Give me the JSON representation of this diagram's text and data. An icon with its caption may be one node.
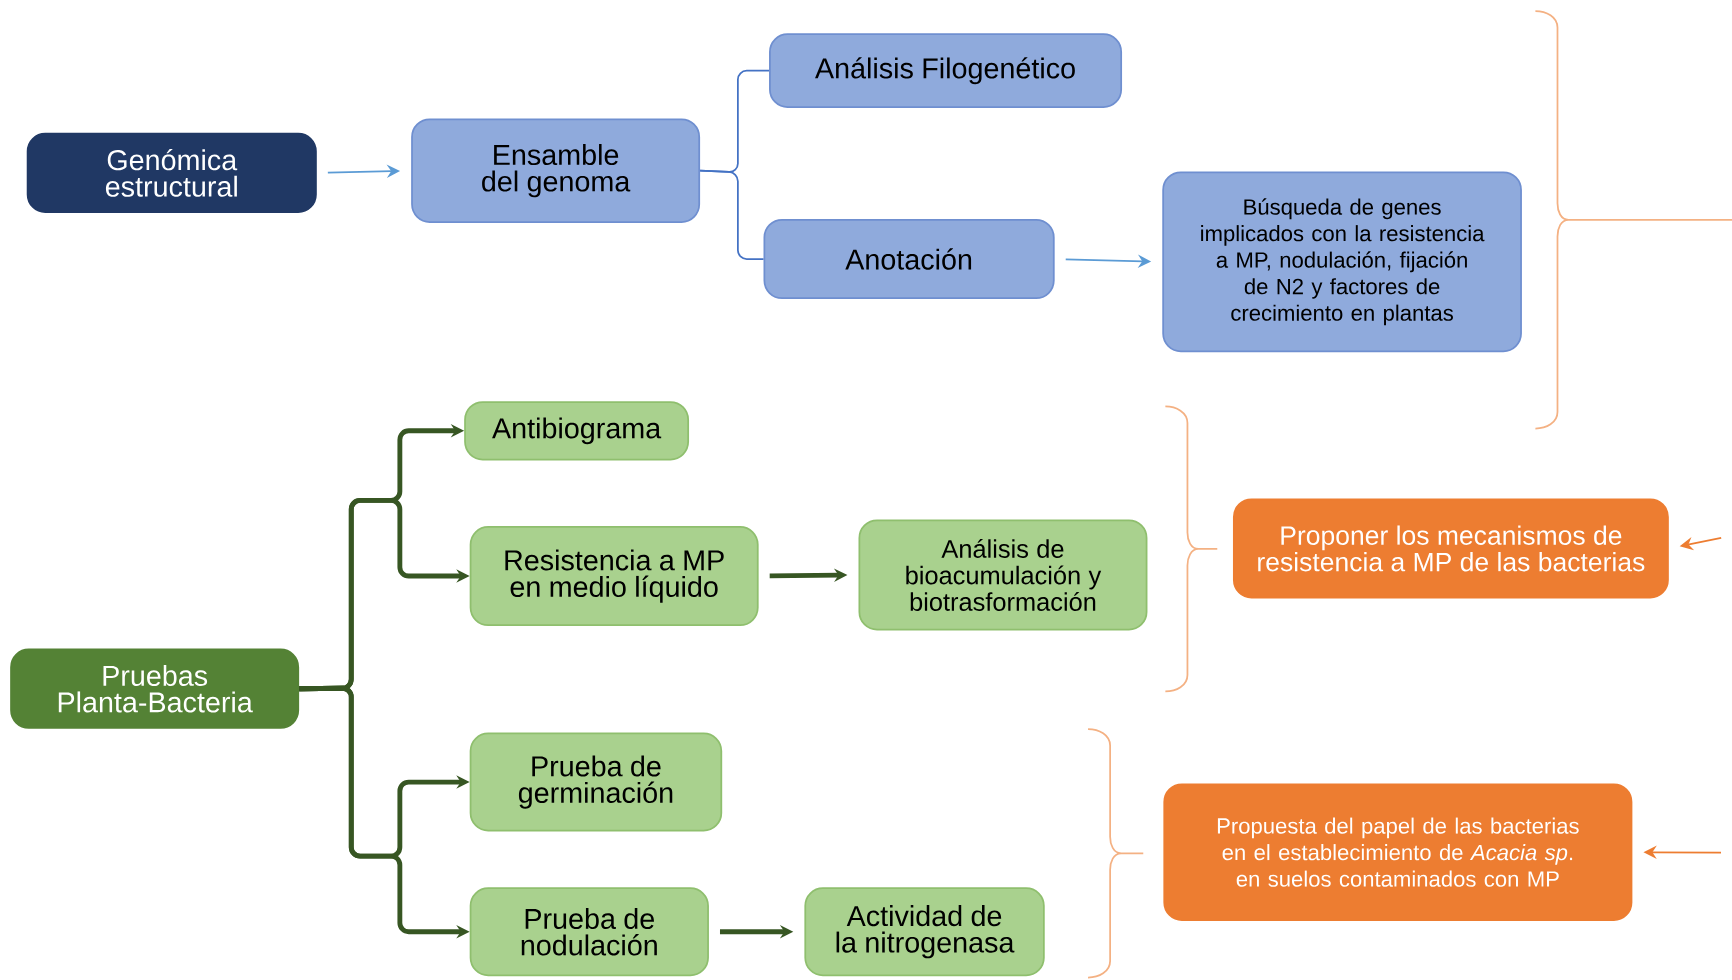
{
  "diagram": {
    "nodes": [
      {
        "text": [
          "Genómica estructural"
        ]
      },
      {
        "text": [
          "Ensamble del genoma"
        ]
      },
      {
        "text": [
          "Análisis Filogenético"
        ]
      },
      {
        "text": [
          "Anotación"
        ]
      },
      {
        "text": [
          "Búsqueda de genes implicados con la resistencia a MP, nodulación, fijación de N2 y factores de crecimiento en plantas"
        ]
      },
      {
        "text": [
          "Antibiograma"
        ]
      },
      {
        "text": [
          "Resistencia a MP en medio líquido"
        ]
      },
      {
        "text": [
          "Análisis de bioacumulación y biotrasformación"
        ]
      },
      {
        "text": [
          "Pruebas Planta-Bacteria"
        ]
      },
      {
        "text": [
          "Proponer  los mecanismos de resistencia a MP de las bacterias"
        ]
      },
      {
        "text": [
          "Prueba de germinación"
        ]
      },
      {
        "text": [
          "Prueba de nodulación"
        ]
      },
      {
        "text": [
          "Actividad de la nitrogenasa"
        ]
      },
      {
        "text": [
          "Propuesta del papel de las bacterias en el establecimiento de *Acacia sp*. en suelos contaminados con MP"
        ]
      }
    ],
    "edges": [
      {
        "from": 0,
        "to": 1,
        "arrow": "to",
        "color": "#5b9bd5"
      },
      {
        "from": 1,
        "to": 2,
        "arrow": "none",
        "color": "#4472c4"
      },
      {
        "from": 1,
        "to": 3,
        "arrow": "none",
        "color": "#4472c4"
      },
      {
        "from": 3,
        "to": 4,
        "arrow": "to",
        "color": "#5b9bd5"
      },
      {
        "from": 8,
        "to": 5,
        "arrow": "to",
        "style": "thick"
      },
      {
        "from": 8,
        "to": 6,
        "arrow": "to",
        "style": "thick"
      },
      {
        "from": 8,
        "to": 10,
        "arrow": "to",
        "style": "thick"
      },
      {
        "from": 8,
        "to": 11,
        "arrow": "to",
        "style": "thick"
      },
      {
        "from": 6,
        "to": 7,
        "arrow": "to",
        "style": "thick"
      },
      {
        "from": 11,
        "to": 12,
        "arrow": "to",
        "style": "thick"
      },
      {
        "from": null,
        "to": 9,
        "arrow": "to",
        "color": "#ed7d31"
      },
      {
        "from": null,
        "to": 13,
        "arrow": "to",
        "color": "#ed7d31"
      }
    ]
  }
}
